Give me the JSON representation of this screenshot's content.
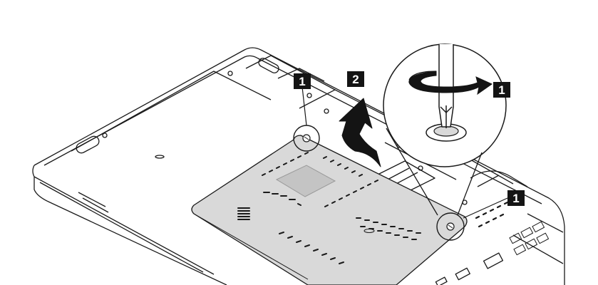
{
  "diagram": {
    "steps": [
      {
        "label": "1"
      },
      {
        "label": "2"
      },
      {
        "label": "1"
      },
      {
        "label": "1"
      }
    ],
    "colors": {
      "line": "#1a1a1a",
      "cover_fill": "#d9d9d9",
      "cover_panel_fill": "#c4c4c4",
      "arrow_fill": "#141414",
      "label_background": "#141414",
      "label_text": "#ffffff"
    },
    "icons": [
      "screwdriver-icon",
      "screw-icon",
      "rotation-arrow-icon",
      "lift-arrow-icon"
    ]
  }
}
